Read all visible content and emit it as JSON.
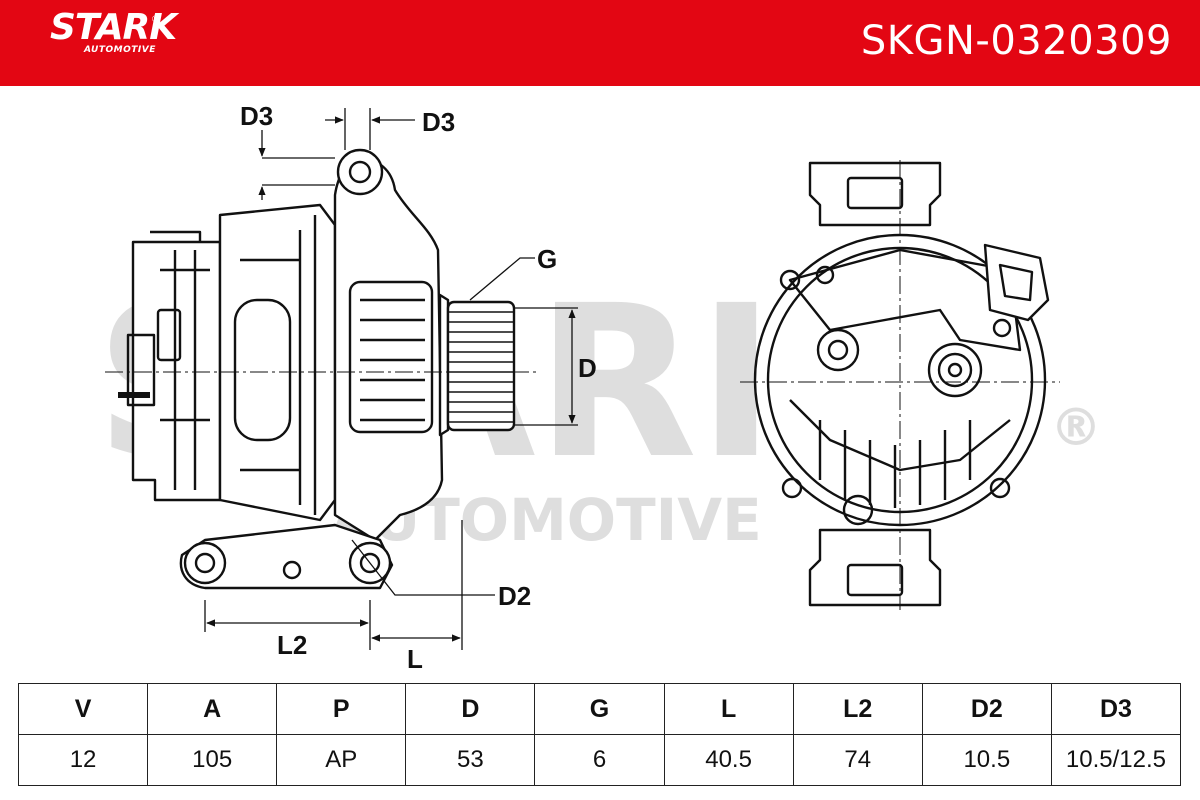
{
  "header": {
    "brand": "STARK",
    "brand_sub": "AUTOMOTIVE",
    "brand_registered": "®",
    "part_code": "SKGN-0320309",
    "color": "#e30613"
  },
  "watermark": {
    "line1": "STARK",
    "line2": "AUTOMOTIVE",
    "registered": "®"
  },
  "diagram_labels": {
    "d3_left": "D3",
    "d3_right": "D3",
    "g": "G",
    "d": "D",
    "d2": "D2",
    "l2": "L2",
    "l": "L"
  },
  "specs": {
    "headers": [
      "V",
      "A",
      "P",
      "D",
      "G",
      "L",
      "L2",
      "D2",
      "D3"
    ],
    "values": [
      "12",
      "105",
      "AP",
      "53",
      "6",
      "40.5",
      "74",
      "10.5",
      "10.5/12.5"
    ]
  }
}
